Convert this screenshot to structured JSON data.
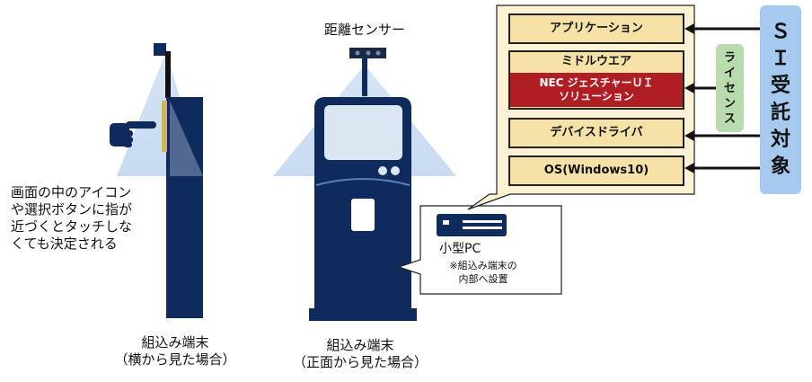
{
  "side_view": {
    "note_lines": [
      "画面の中のアイコン",
      "や選択ボタンに指が",
      "近づくとタッチしな",
      "くても決定される"
    ],
    "caption_lines": [
      "組込み端末",
      "（横から見た場合）"
    ]
  },
  "front_view": {
    "sensor_label": "距離センサー",
    "caption_lines": [
      "組込み端末",
      "（正面から見た場合）"
    ]
  },
  "pc_callout": {
    "title": "小型PC",
    "note_lines": [
      "※組込み端末の",
      "内部へ設置"
    ]
  },
  "stack": {
    "application": "アプリケーション",
    "middleware": "ミドルウエア",
    "nec_lines": [
      "NEC ジェスチャーＵＩ",
      "ソリューション"
    ],
    "device_driver": "デバイスドライバ",
    "os": "OS(Windows10)"
  },
  "license_chars": [
    "ラ",
    "イ",
    "セ",
    "ン",
    "ス"
  ],
  "si_chars": [
    "Ｓ",
    "Ｉ",
    "受",
    "託",
    "対",
    "象"
  ],
  "colors": {
    "navy": "#0f2a5c",
    "layer_fill": "#f6e1a6",
    "nec_red": "#b01e24",
    "si_blue": "#a6c9f0",
    "license_green": "#b8dcae"
  }
}
